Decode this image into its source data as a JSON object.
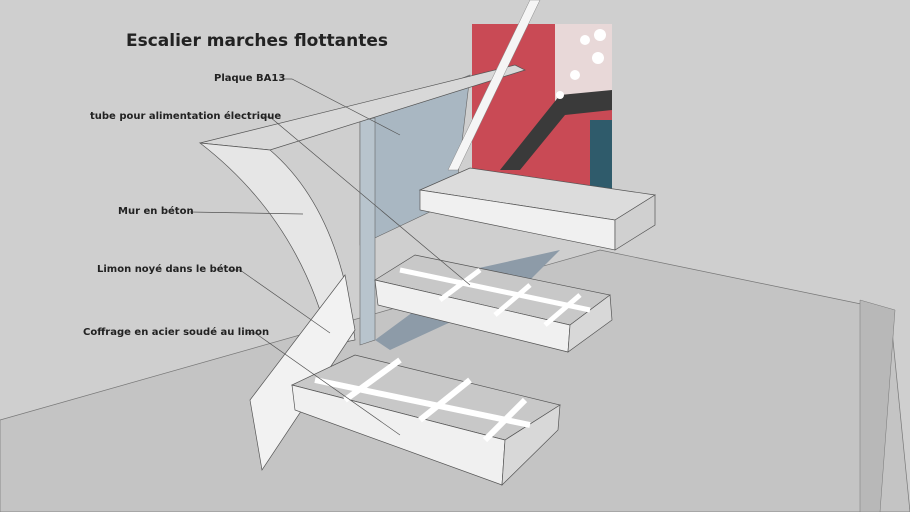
{
  "title": "Escalier marches flottantes",
  "labels": {
    "plaque": "Plaque BA13",
    "tube": "tube pour alimentation électrique",
    "mur": "Mur en béton",
    "limon": "Limon noyé dans le béton",
    "coffrage": "Coffrage en acier soudé au limon"
  },
  "colors": {
    "background": "#cfcfcf",
    "photo_wall": "#c94a55",
    "glass": "#9fb0bd"
  }
}
